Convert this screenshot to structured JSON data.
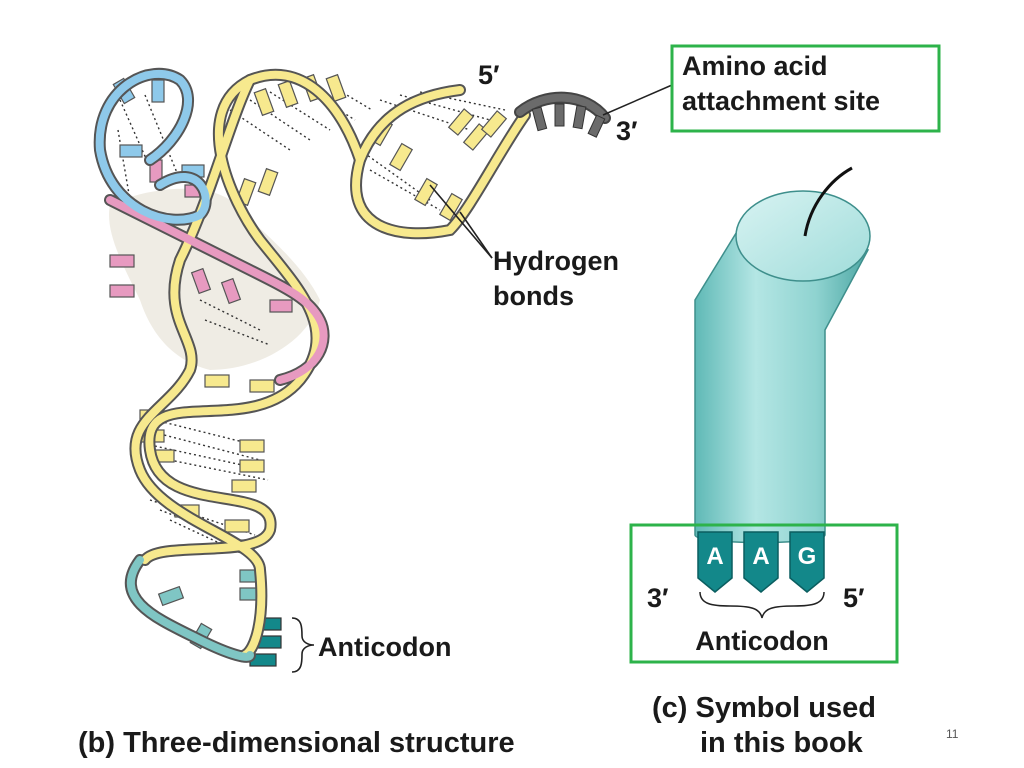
{
  "structure_3d": {
    "label_5prime": "5′",
    "label_3prime": "3′",
    "hydrogen_bonds_line1": "Hydrogen",
    "hydrogen_bonds_line2": "bonds",
    "anticodon_label": "Anticodon",
    "caption": "(b) Three-dimensional structure"
  },
  "symbol": {
    "amino_acid_line1": "Amino acid",
    "amino_acid_line2": "attachment site",
    "bases": [
      "A",
      "A",
      "G"
    ],
    "label_3prime": "3′",
    "label_5prime": "5′",
    "anticodon_label": "Anticodon",
    "caption_line1": "(c) Symbol used",
    "caption_line2": "in this book"
  },
  "slide_number": "11",
  "colors": {
    "backbone_yellow": "#f7e98e",
    "loop_blue": "#8ec9ea",
    "loop_pink": "#e79ac0",
    "anticodon_teal": "#7fc6c4",
    "anticodon_dark": "#13888a",
    "acceptor_gray": "#6b6b6b",
    "highlight_green": "#2db34a",
    "cylinder_teal": "#9fdcda"
  }
}
